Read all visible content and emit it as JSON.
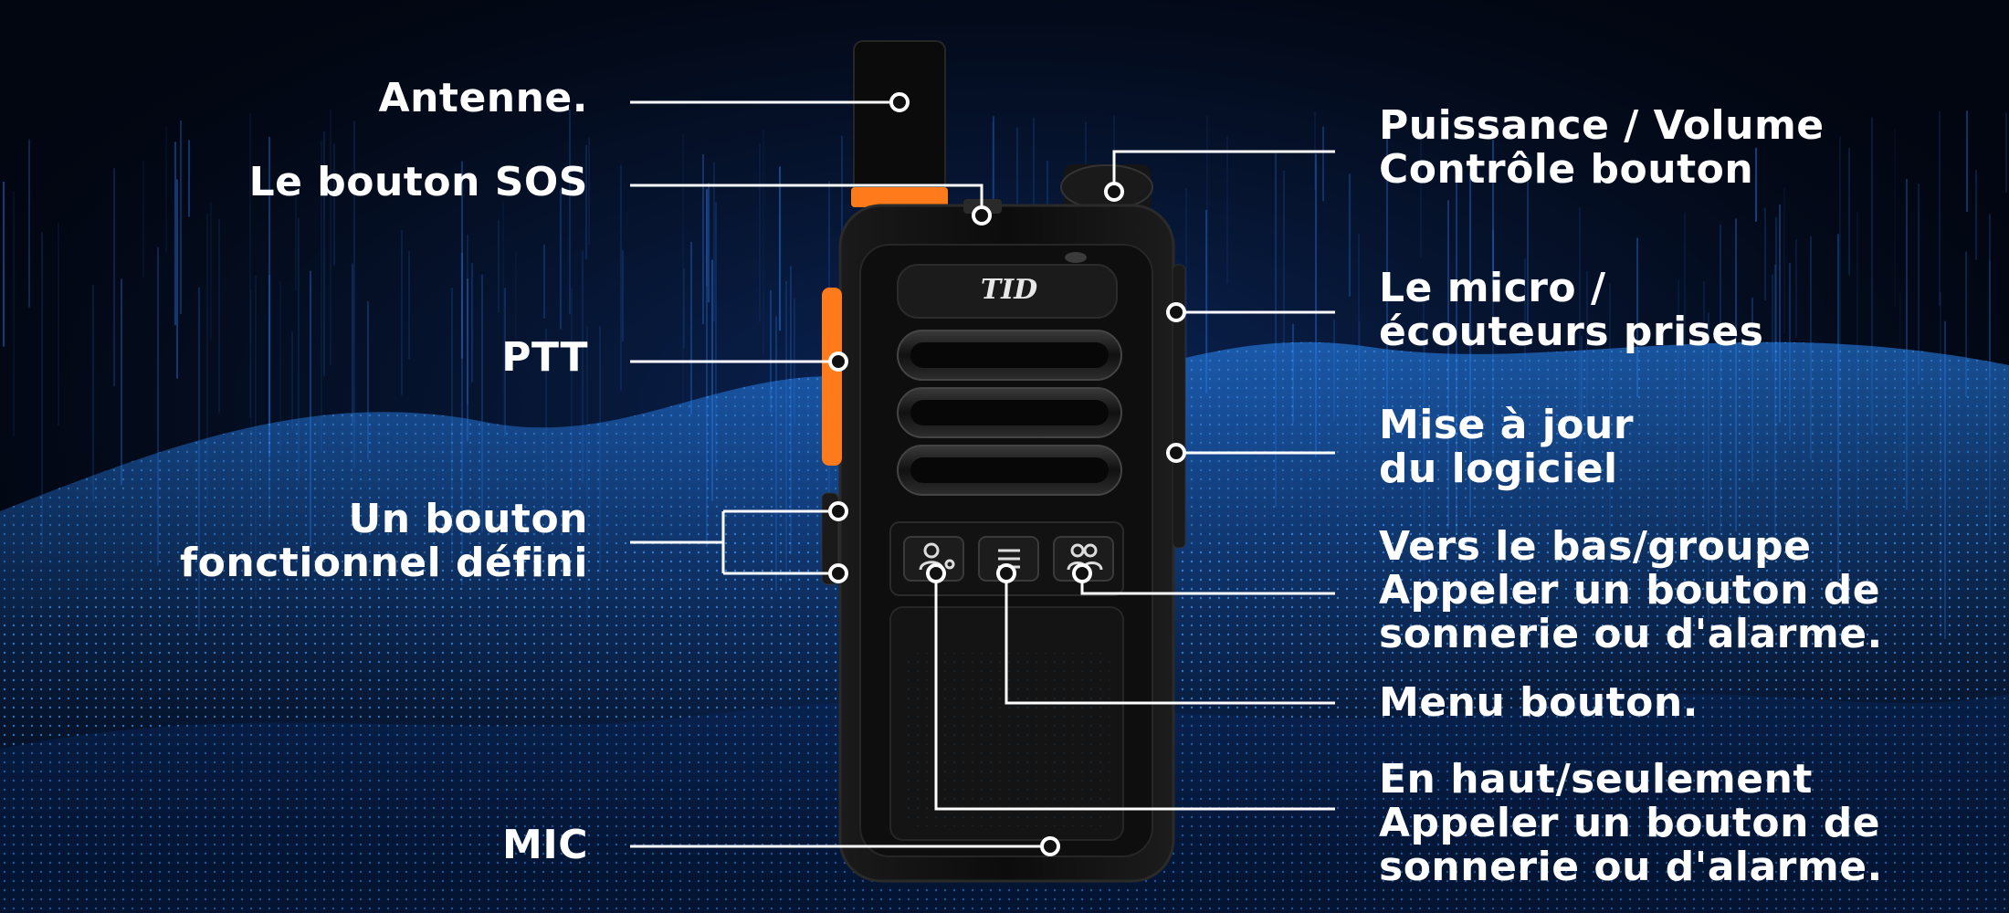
{
  "brand_logo_text": "TID",
  "colors": {
    "background": "#020611",
    "accent_orange": "#ff7a1a",
    "wave_blue": "#1e6fd6",
    "label_text": "#ffffff",
    "leader_line": "#ffffff"
  },
  "labels": {
    "antenna": "Antenne.",
    "sos": "Le bouton SOS",
    "ptt": "PTT",
    "function_button": [
      "Un bouton",
      "fonctionnel défini"
    ],
    "mic": "MIC",
    "power_volume": [
      "Puissance / Volume",
      "Contrôle bouton"
    ],
    "mic_earphone": [
      "Le micro /",
      "écouteurs prises"
    ],
    "software_update": [
      "Mise à jour",
      "du logiciel"
    ],
    "down_group": [
      "Vers le bas/groupe",
      "Appeler un bouton de",
      "sonnerie ou d'alarme."
    ],
    "menu": "Menu bouton.",
    "up_only": [
      "En haut/seulement",
      "Appeler un bouton de",
      "sonnerie ou d'alarme."
    ]
  },
  "icons": [
    "antenna-pin-icon",
    "sos-pin-icon",
    "volume-knob-icon",
    "person-call-icon",
    "menu-lines-icon",
    "group-call-icon"
  ]
}
